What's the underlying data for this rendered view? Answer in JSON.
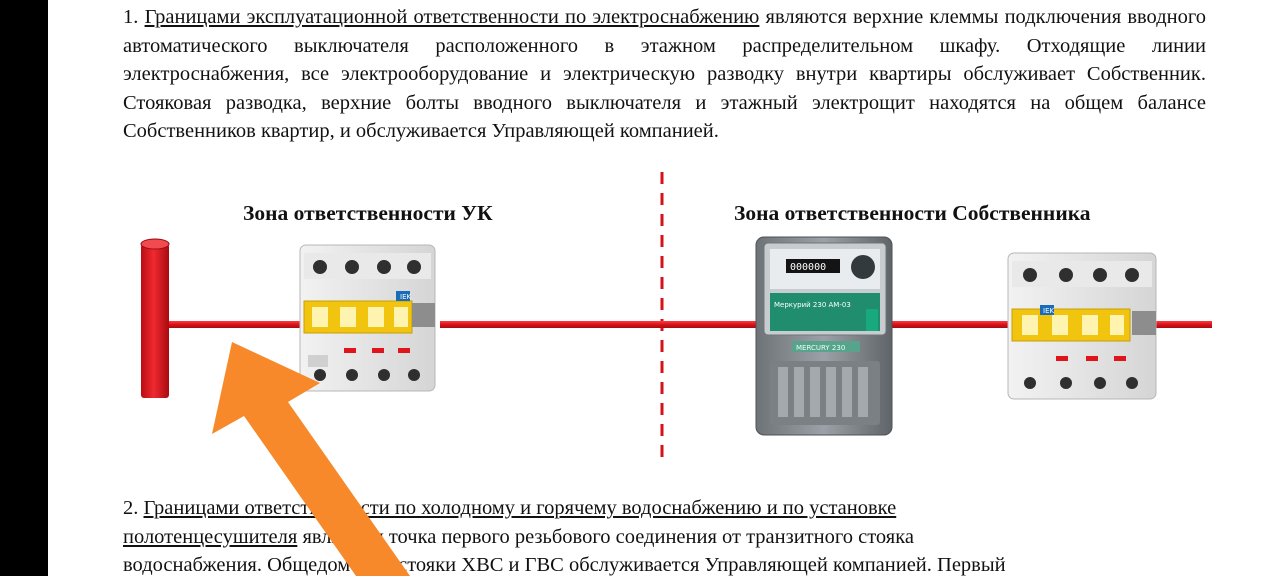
{
  "paragraph1": {
    "number": "1.",
    "underlined": "Границами эксплуатационной ответственности по электроснабжению",
    "rest": " являются верхние клеммы подключения вводного автоматического выключателя расположенного в этажном распределительном шкафу.  Отходящие линии электроснабжения, все электрооборудование и электрическую разводку внутри квартиры обслуживает Собственник.  Стояковая разводка, верхние болты вводного выключателя и этажный электрощит находятся на общем балансе Собственников квартир,  и обслуживается Управляющей компанией."
  },
  "diagram": {
    "zone_uk_title": "Зона ответственности УК",
    "zone_owner_title": "Зона ответственности Собственника",
    "breaker_brand": "IEK",
    "meter_model": "Меркурий 230 АМ-03",
    "meter_brand": "MERCURY 230",
    "meter_digits": "000000",
    "colors": {
      "cable": "#e0141b",
      "riser": "#e3161d",
      "divider": "#d4121a",
      "arrow": "#f7892a",
      "breaker_yellow": "#f1c40f"
    }
  },
  "paragraph2": {
    "number": "2.",
    "underlined_1": "Границами ответственности по холодному и горячему водоснабжению и по установке",
    "underlined_2": "полотенцесушителя",
    "line2_rest": " являются точка первого резьбового соединения от транзитного стояка",
    "line3": "водоснабжения. Общедомовые стояки ХВС и ГВС обслуживается Управляющей компанией. Первый"
  }
}
